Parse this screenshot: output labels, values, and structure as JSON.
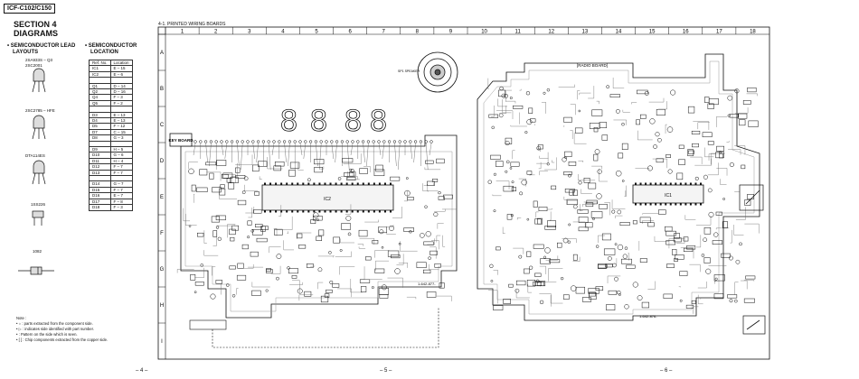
{
  "header": {
    "model": "ICF-C102/C150"
  },
  "section": {
    "number": "SECTION 4",
    "title": "DIAGRAMS"
  },
  "lead_layouts": {
    "heading_line1": "• SEMICONDUCTOR LEAD",
    "heading_line2": "LAYOUTS",
    "parts": [
      {
        "line1": "2SA933S – Q3",
        "line2": "2SC2001"
      },
      {
        "line1": "2SC2785 – HFE",
        "line2": ""
      },
      {
        "line1": "DTA114ES",
        "line2": ""
      },
      {
        "line1": "1SS226",
        "line2": ""
      },
      {
        "line1": "1082",
        "line2": ""
      }
    ]
  },
  "location_table": {
    "heading_line1": "• SEMICONDUCTOR",
    "heading_line2": "LOCATION",
    "col_ref": "Ref. No.",
    "col_loc": "Location",
    "rows": [
      [
        "IC1",
        "E – 15"
      ],
      [
        "IC2",
        "E – 6"
      ],
      [
        "",
        ""
      ],
      [
        "Q1",
        "D – 14"
      ],
      [
        "Q2",
        "D – 16"
      ],
      [
        "Q4",
        "F – 3"
      ],
      [
        "Q5",
        "F – 2"
      ],
      [
        "",
        ""
      ],
      [
        "D3",
        "E – 13"
      ],
      [
        "D4",
        "E – 13"
      ],
      [
        "D5",
        "F – 12"
      ],
      [
        "D7",
        "C – 15"
      ],
      [
        "D8",
        "G – 3"
      ],
      [
        "",
        ""
      ],
      [
        "D9",
        "H – 5"
      ],
      [
        "D10",
        "G – 6"
      ],
      [
        "D11",
        "H – 4"
      ],
      [
        "D12",
        "F – 7"
      ],
      [
        "D13",
        "F – 7"
      ],
      [
        "",
        ""
      ],
      [
        "D14",
        "G – 7"
      ],
      [
        "D15",
        "F – 7"
      ],
      [
        "D16",
        "E – 7"
      ],
      [
        "D17",
        "F – 8"
      ],
      [
        "D18",
        "F – 3"
      ]
    ]
  },
  "pcb": {
    "title": "4-1. PRINTED WIRING BOARDS",
    "columns": [
      "1",
      "2",
      "3",
      "4",
      "5",
      "6",
      "7",
      "8",
      "9",
      "10",
      "11",
      "12",
      "13",
      "14",
      "15",
      "16",
      "17",
      "18"
    ],
    "rows": [
      "A",
      "B",
      "C",
      "D",
      "E",
      "F",
      "G",
      "H",
      "I"
    ],
    "key_board_label": "KEY BOARD",
    "radio_board_label": "[RADIO BOARD]",
    "key_board_code": "1-642-877-",
    "radio_board_code": "1-642-876-",
    "ic_key": "IC2",
    "ic_radio": "IC1",
    "speaker_label": "SP1 SPEAKER",
    "display_digits": [
      "8",
      "8",
      "8",
      "8"
    ]
  },
  "notes": {
    "title": "Note :",
    "lines": [
      "• ○ : parts extracted from the component side.",
      "• ▷ : indicates side identified with part number.",
      "• : Pattern on the side which is seen.",
      "• [   ] : Chip components extracted from the copper side."
    ]
  },
  "pages": [
    "– 4 –",
    "– 5 –",
    "– 6 –"
  ]
}
